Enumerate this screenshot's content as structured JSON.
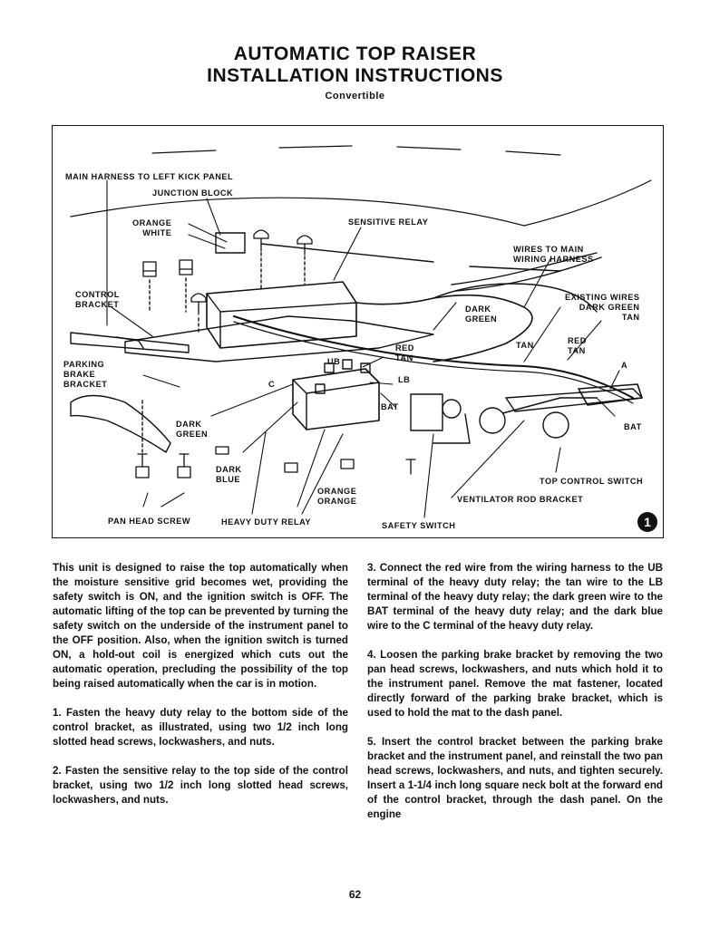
{
  "header": {
    "title_line1": "AUTOMATIC TOP RAISER",
    "title_line2": "INSTALLATION INSTRUCTIONS",
    "subtitle": "Convertible"
  },
  "figure": {
    "number": "1",
    "labels": {
      "main_harness": "MAIN HARNESS TO LEFT KICK PANEL",
      "junction_block": "JUNCTION BLOCK",
      "orange_white": "ORANGE\nWHITE",
      "sensitive_relay": "SENSITIVE RELAY",
      "wires_to_main": "WIRES TO MAIN\nWIRING HARNESS",
      "control_bracket": "CONTROL\nBRACKET",
      "existing_wires": "EXISTING WIRES\nDARK GREEN\nTAN",
      "dark_green_top": "DARK\nGREEN",
      "red_tan_ub": "RED\nTAN",
      "ub": "UB",
      "lb": "LB",
      "tan": "TAN",
      "red_tan_right": "RED\nTAN",
      "a": "A",
      "parking_brake": "PARKING\nBRAKE\nBRACKET",
      "c": "C",
      "bat": "BAT",
      "bat_right": "BAT",
      "dark_green_bottom": "DARK\nGREEN",
      "dark_blue": "DARK\nBLUE",
      "orange_orange": "ORANGE\nORANGE",
      "top_control_switch": "TOP CONTROL SWITCH",
      "ventilator_rod": "VENTILATOR ROD BRACKET",
      "pan_head_screw": "PAN HEAD SCREW",
      "heavy_duty_relay": "HEAVY DUTY RELAY",
      "safety_switch": "SAFETY SWITCH"
    }
  },
  "body": {
    "left": [
      "This unit is designed to raise the top automatically when the moisture sensitive grid becomes wet, providing the safety switch is ON, and the ignition switch is OFF. The automatic lifting of the top can be prevented by turning the safety switch on the underside of the instrument panel to the OFF position. Also, when the ignition switch is turned ON, a hold-out coil is energized which cuts out the automatic operation, precluding the possibility of the top being raised automatically when the car is in motion.",
      "1. Fasten the heavy duty relay to the bottom side of the control bracket, as illustrated, using two 1/2 inch long slotted head screws, lockwashers, and nuts.",
      "2. Fasten the sensitive relay to the top side of the control bracket, using two 1/2 inch long slotted head screws, lockwashers, and nuts."
    ],
    "right": [
      "3. Connect the red wire from the wiring harness to the UB terminal of the heavy duty relay; the tan wire to the LB terminal of the heavy duty relay; the dark green wire to the BAT terminal of the heavy duty relay; and the dark blue wire to the C terminal of the heavy duty relay.",
      "4. Loosen the parking brake bracket by removing the two pan head screws, lockwashers, and nuts which hold it to the instrument panel. Remove the mat fastener, located directly forward of the parking brake bracket, which is used to hold the mat to the dash panel.",
      "5. Insert the control bracket between the parking brake bracket and the instrument panel, and reinstall the two pan head screws, lockwashers, and nuts, and tighten securely. Insert a 1-1/4 inch long square neck bolt at the forward end of the control bracket, through the dash panel. On the engine"
    ]
  },
  "footer": {
    "page_number": "62"
  }
}
